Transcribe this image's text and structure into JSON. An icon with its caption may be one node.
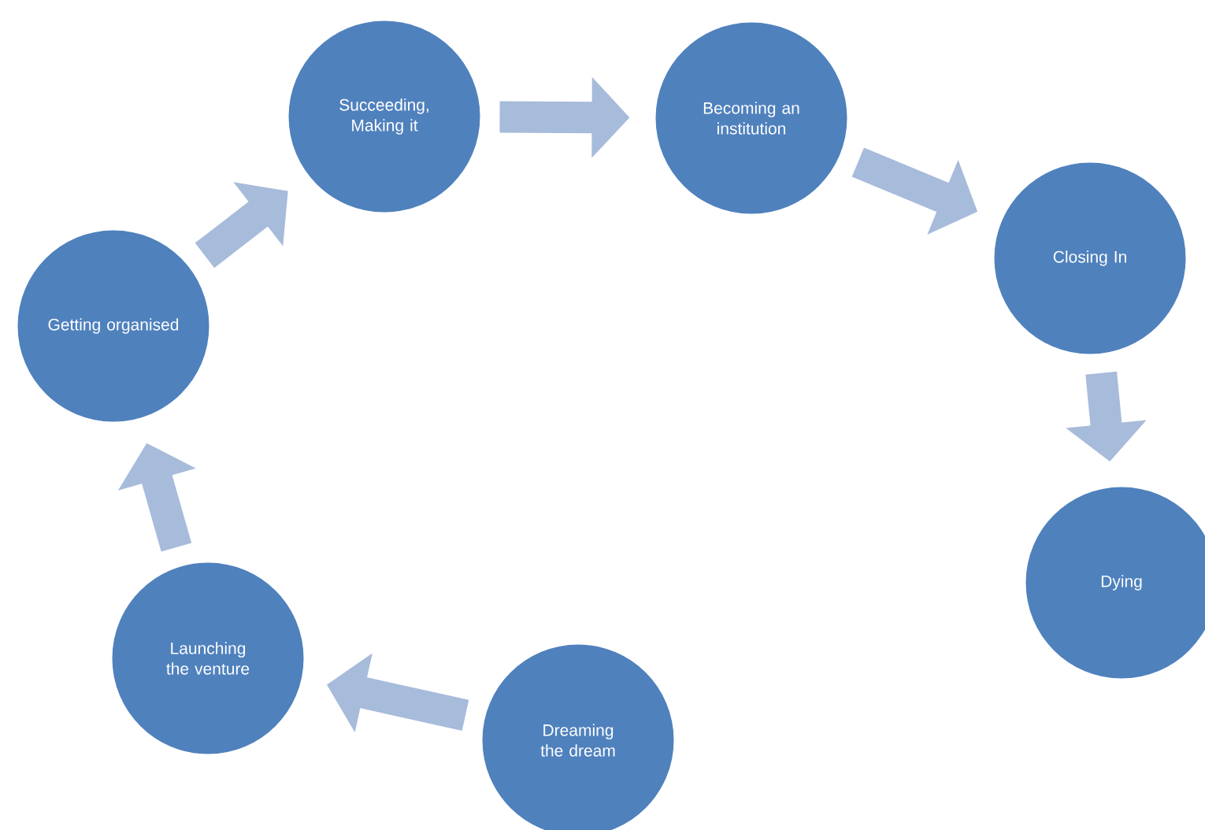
{
  "diagram": {
    "nodes": [
      {
        "text": [
          "Dreaming the dream"
        ]
      },
      {
        "text": [
          "Launching the venture"
        ]
      },
      {
        "text": [
          "Getting organised"
        ]
      },
      {
        "text": [
          "Succeeding, Making it"
        ]
      },
      {
        "text": [
          "Becoming an institution"
        ]
      },
      {
        "text": [
          "Closing In"
        ]
      },
      {
        "text": [
          "Dying"
        ]
      }
    ],
    "edges": [
      {
        "from": 0,
        "to": 1,
        "arrow": "to"
      },
      {
        "from": 1,
        "to": 2,
        "arrow": "to"
      },
      {
        "from": 2,
        "to": 3,
        "arrow": "to"
      },
      {
        "from": 3,
        "to": 4,
        "arrow": "to"
      },
      {
        "from": 4,
        "to": 5,
        "arrow": "to"
      },
      {
        "from": 5,
        "to": 6,
        "arrow": "to"
      }
    ]
  }
}
